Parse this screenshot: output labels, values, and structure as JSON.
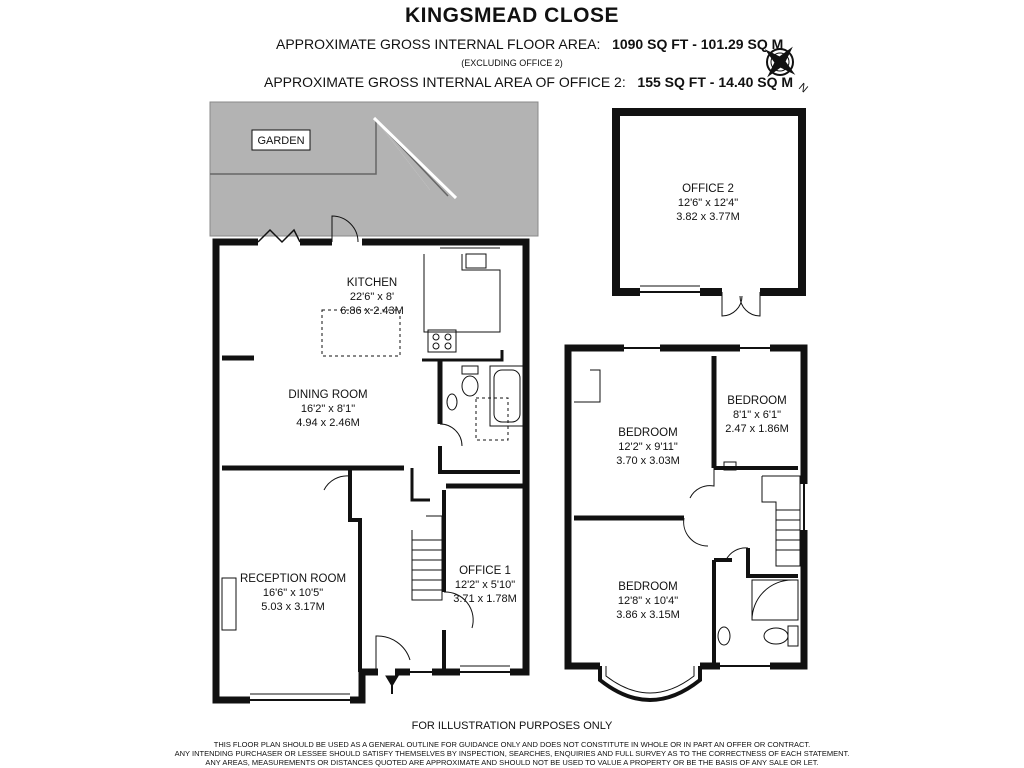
{
  "header": {
    "title": "KINGSMEAD CLOSE",
    "area_label": "APPROXIMATE GROSS INTERNAL FLOOR AREA:",
    "area_value": "1090 SQ FT  -  101.29 SQ M",
    "excluding_note": "(EXCLUDING OFFICE 2)",
    "office_area_label": "APPROXIMATE GROSS INTERNAL AREA OF OFFICE 2:",
    "office_area_value": "155 SQ FT  -  14.40 SQ M",
    "compass_label": "N"
  },
  "outdoor": {
    "garden_label": "GARDEN"
  },
  "rooms": {
    "kitchen": {
      "name": "KITCHEN",
      "imperial": "22'6\" x 8'",
      "metric": "6.86 x 2.43M"
    },
    "dining": {
      "name": "DINING ROOM",
      "imperial": "16'2\" x 8'1\"",
      "metric": "4.94 x 2.46M"
    },
    "reception": {
      "name": "RECEPTION ROOM",
      "imperial": "16'6\" x 10'5\"",
      "metric": "5.03 x 3.17M"
    },
    "office1": {
      "name": "OFFICE 1",
      "imperial": "12'2\" x 5'10\"",
      "metric": "3.71 x 1.78M"
    },
    "office2": {
      "name": "OFFICE 2",
      "imperial": "12'6\" x 12'4\"",
      "metric": "3.82 x 3.77M"
    },
    "bedroom1": {
      "name": "BEDROOM",
      "imperial": "12'2\" x 9'11\"",
      "metric": "3.70 x 3.03M"
    },
    "bedroom2": {
      "name": "BEDROOM",
      "imperial": "8'1\" x 6'1\"",
      "metric": "2.47 x 1.86M"
    },
    "bedroom3": {
      "name": "BEDROOM",
      "imperial": "12'8\" x 10'4\"",
      "metric": "3.86 x 3.15M"
    }
  },
  "footer": {
    "illustration_note": "FOR ILLUSTRATION PURPOSES ONLY",
    "disclaimer_lines": [
      "THIS FLOOR PLAN SHOULD BE USED AS A GENERAL OUTLINE FOR GUIDANCE ONLY AND DOES NOT CONSTITUTE IN WHOLE OR IN PART AN OFFER OR CONTRACT.",
      "ANY INTENDING PURCHASER OR LESSEE SHOULD SATISFY THEMSELVES BY INSPECTION, SEARCHES, ENQUIRIES AND FULL SURVEY AS TO THE CORRECTNESS OF EACH STATEMENT.",
      "ANY AREAS, MEASUREMENTS OR DISTANCES QUOTED ARE APPROXIMATE AND SHOULD NOT BE USED TO VALUE A PROPERTY OR BE THE BASIS OF ANY SALE OR LET."
    ]
  },
  "colors": {
    "wall": "#111111",
    "garden_fill": "#b3b3b3",
    "background": "#ffffff"
  }
}
